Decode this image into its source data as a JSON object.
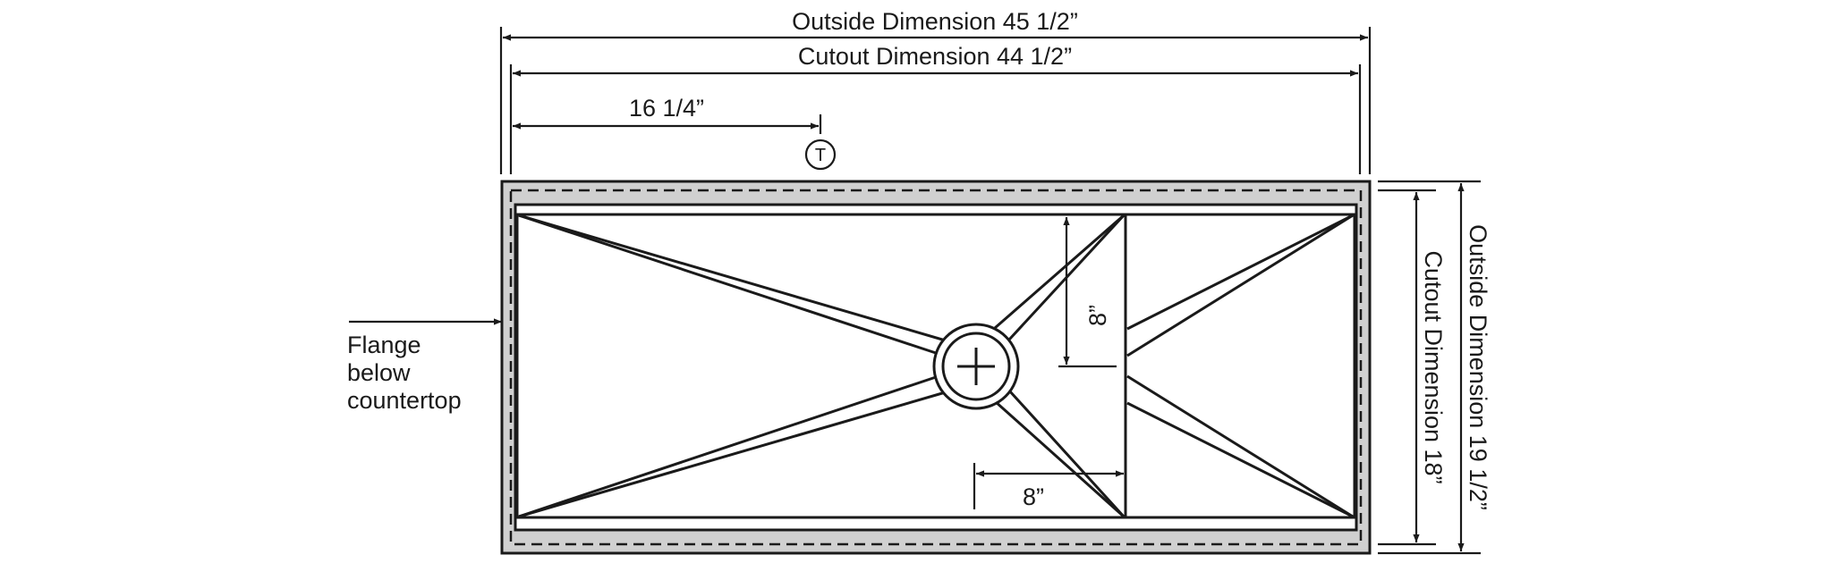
{
  "dimensions": {
    "outside_width": "Outside Dimension 45 1/2”",
    "cutout_width": "Cutout Dimension 44 1/2”",
    "tap_offset": "16 1/4”",
    "tap_marker": "T",
    "drain_offset_vertical": "8”",
    "drain_offset_horizontal": "8”",
    "cutout_depth": "Cutout Dimension 18”",
    "outside_depth": "Outside Dimension 19 1/2”"
  },
  "callout": {
    "line1": "Flange",
    "line2": "below",
    "line3": "countertop"
  },
  "colors": {
    "line": "#1a1a1a",
    "flange_fill": "#d0d0d0",
    "background": "#ffffff"
  }
}
